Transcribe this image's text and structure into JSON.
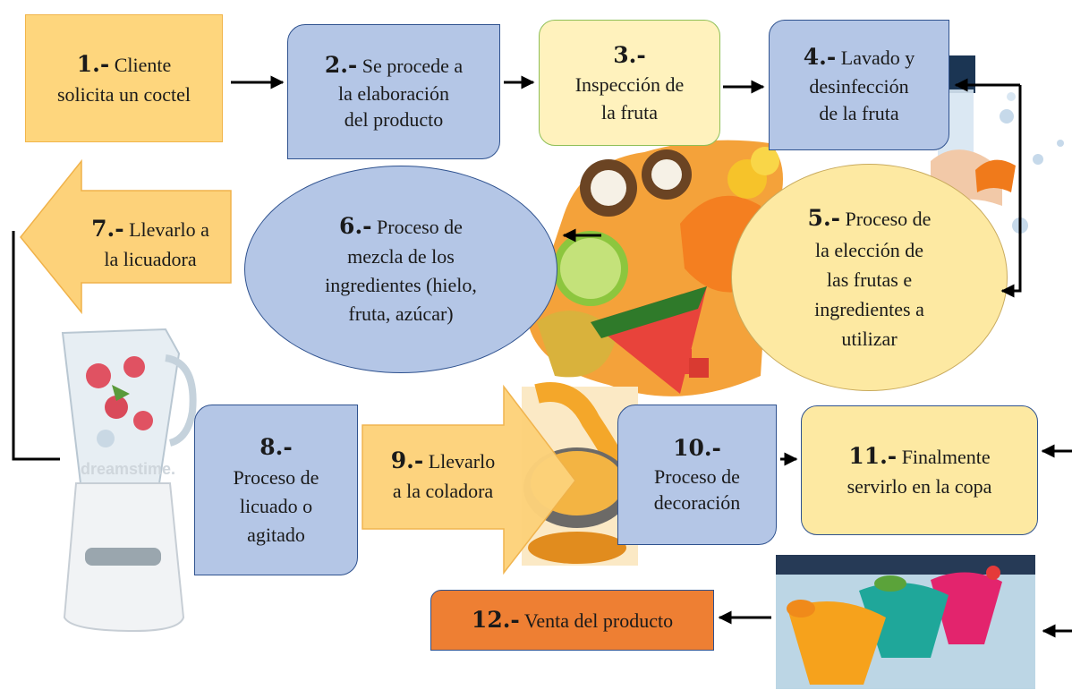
{
  "steps": {
    "s1": {
      "num": "1.-",
      "text_a": "Cliente",
      "text_b": "solicita un coctel"
    },
    "s2": {
      "num": "2.-",
      "text_a": "Se procede a",
      "text_b": "la elaboración",
      "text_c": "del producto"
    },
    "s3": {
      "num": "3.-",
      "text_a": "Inspección de",
      "text_b": "la fruta"
    },
    "s4": {
      "num": "4.-",
      "text_a": "Lavado y",
      "text_b": "desinfección",
      "text_c": "de la fruta"
    },
    "s5": {
      "num": "5.-",
      "text_a": "Proceso de",
      "text_b": "la elección de",
      "text_c": "las frutas e",
      "text_d": "ingredientes a",
      "text_e": "utilizar"
    },
    "s6": {
      "num": "6.-",
      "text_a": "Proceso de",
      "text_b": "mezcla de los",
      "text_c": "ingredientes (hielo,",
      "text_d": "fruta, azúcar)"
    },
    "s7": {
      "num": "7.-",
      "text_a": "Llevarlo a",
      "text_b": "la licuadora"
    },
    "s8": {
      "num": "8.-",
      "text_a": "Proceso de",
      "text_b": "licuado o",
      "text_c": "agitado"
    },
    "s9": {
      "num": "9.-",
      "text_a": "Llevarlo",
      "text_b": "a la coladora"
    },
    "s10": {
      "num": "10.-",
      "text_a": "Proceso de",
      "text_b": "decoración"
    },
    "s11": {
      "num": "11.-",
      "text_a": "Finalmente",
      "text_b": "servirlo en la copa"
    },
    "s12": {
      "num": "12.-",
      "text_a": "Venta del producto"
    }
  },
  "watermark": "dreamstime.",
  "colors": {
    "blue": "#b4c6e6",
    "yellow": "#fde9a2",
    "light_yellow": "#fff2bd",
    "orange": "#ee7f33",
    "arrow_yellow": "#fdd27a",
    "border_blue": "#2f528f"
  },
  "images": [
    "fruit-pile-image",
    "blender-image",
    "strainer-juice-image",
    "cocktail-glasses-image",
    "water-faucet-image"
  ]
}
